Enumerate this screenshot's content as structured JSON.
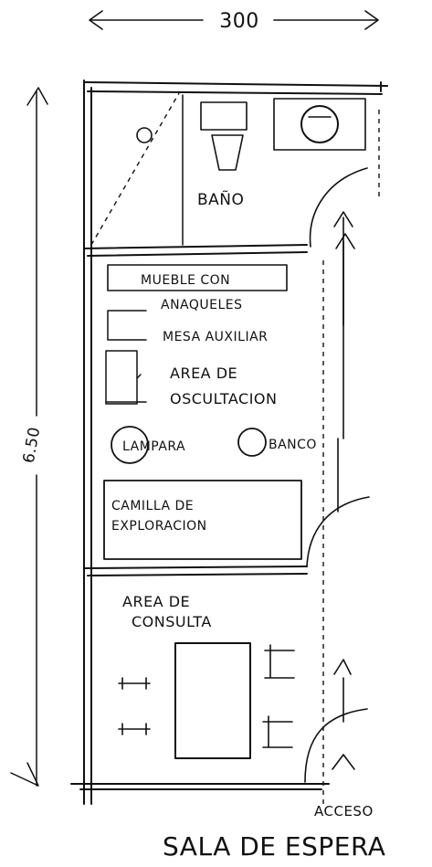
{
  "width_dimension": "300",
  "height_dimension": "6.50",
  "rooms": {
    "bathroom": "BAÑO",
    "consultation": [
      "AREA DE",
      "CONSULTA"
    ],
    "exam_area": [
      "AREA DE",
      "OSCULTACION"
    ]
  },
  "furniture": {
    "cabinet": [
      "MUEBLE CON",
      "ANAQUELES"
    ],
    "aux_table": "MESA AUXILIAR",
    "lamp": "LAMPARA",
    "stool": "BANCO",
    "exam_bed": [
      "CAMILLA DE",
      "EXPLORACION"
    ]
  },
  "entrance": "ACCESO",
  "waiting_room": "SALA DE ESPERA"
}
